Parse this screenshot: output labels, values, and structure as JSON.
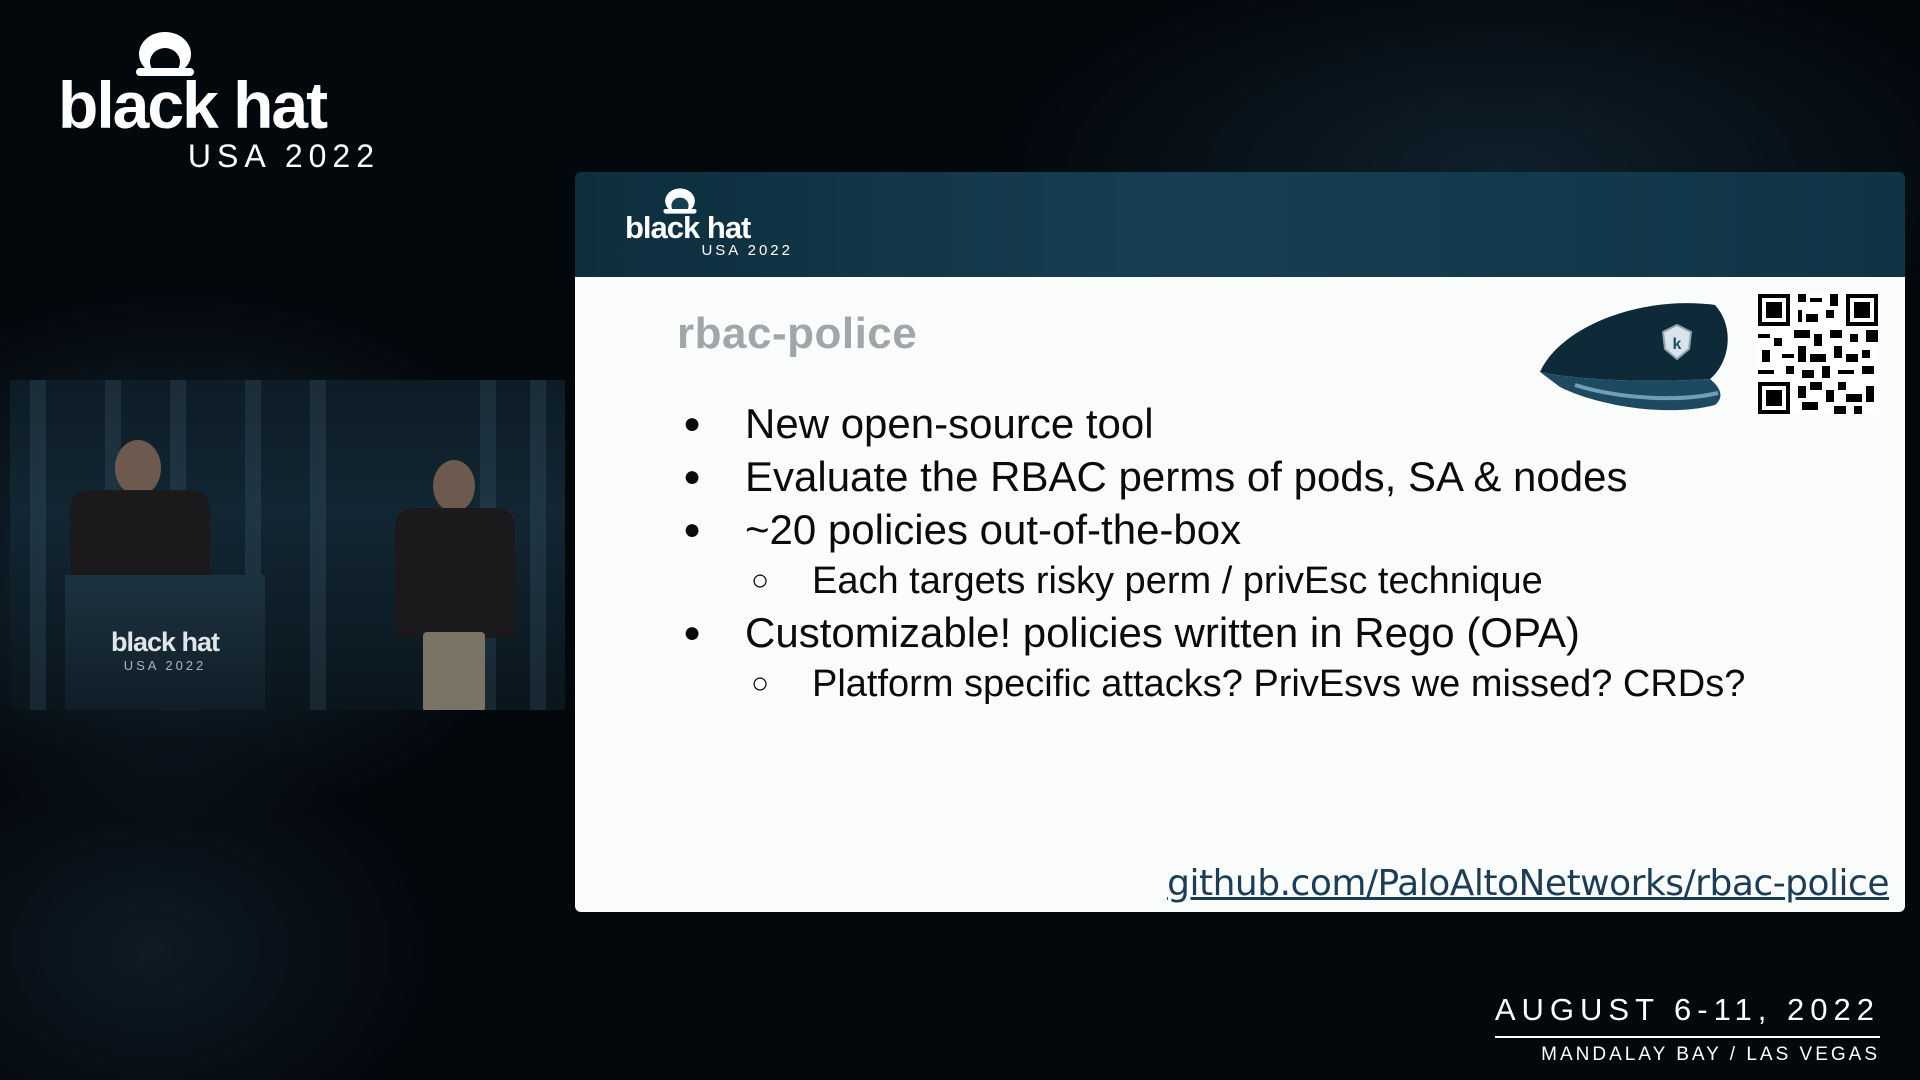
{
  "event_logo": {
    "brand": "black hat",
    "edition": "USA 2022"
  },
  "slide_logo": {
    "brand": "black hat",
    "edition": "USA 2022"
  },
  "podium_logo": {
    "brand": "black hat",
    "edition": "USA 2022"
  },
  "slide": {
    "title": "rbac-police",
    "bullets": [
      "New open-source tool",
      "Evaluate the RBAC perms of pods, SA & nodes",
      "~20 policies out-of-the-box",
      "Each targets risky perm / privEsc technique",
      "Customizable! policies written in Rego (OPA)",
      "Platform specific attacks? PrivEsvs we missed? CRDs?"
    ],
    "link": "github.com/PaloAltoNetworks/rbac-police",
    "badge_letter": "k",
    "icons": [
      "police-cap-icon",
      "qr-code-icon"
    ]
  },
  "event": {
    "dates": "AUGUST 6-11, 2022",
    "venue": "MANDALAY BAY / LAS VEGAS"
  },
  "colors": {
    "background": "#03080d",
    "slide_header": "#163f52",
    "slide_body": "#fbfdfd",
    "title_gray": "#a2a6aa",
    "link_blue": "#1b3d57"
  }
}
